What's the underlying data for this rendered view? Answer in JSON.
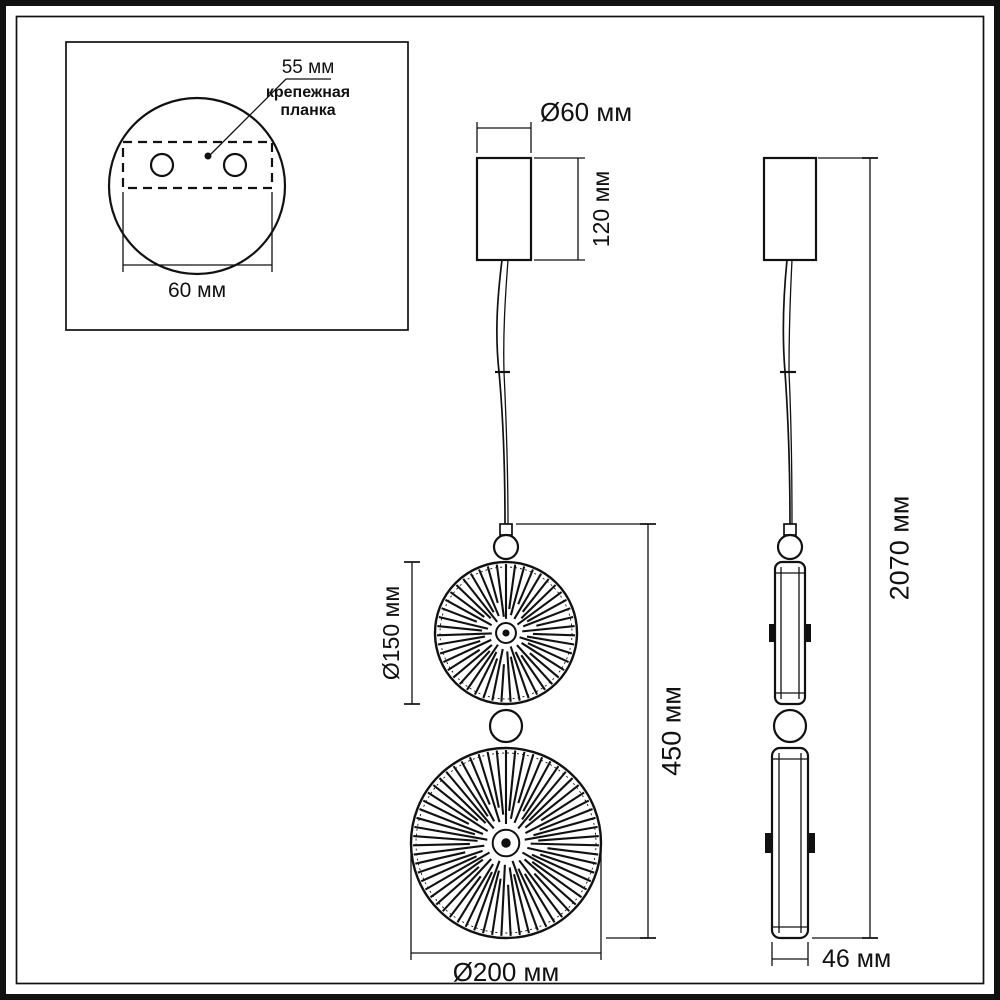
{
  "drawing": {
    "inset": {
      "dim_plate_offset": "55 мм",
      "plate_label_line1": "крепежная",
      "plate_label_line2": "планка",
      "dim_plate_width": "60 мм"
    },
    "front_view": {
      "dim_canopy_diameter": "Ø60 мм",
      "dim_canopy_height": "120 мм",
      "dim_small_disc_diameter": "Ø150 мм",
      "dim_fixture_height": "450 мм",
      "dim_large_disc_diameter": "Ø200 мм"
    },
    "side_view": {
      "dim_total_height": "2070 мм",
      "dim_depth": "46 мм"
    },
    "colors": {
      "line": "#111111",
      "background": "#ffffff"
    }
  }
}
